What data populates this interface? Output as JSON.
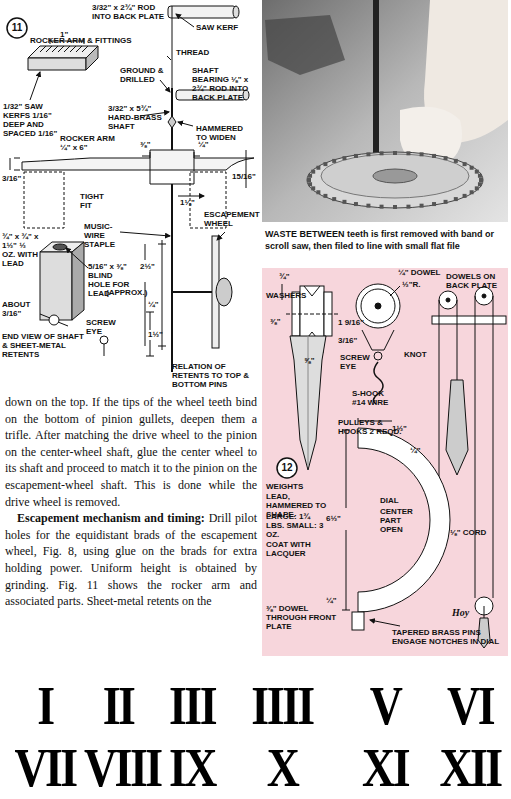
{
  "diagram": {
    "caption": "WASTE BETWEEN teeth is first removed with band or scroll saw, then filed to line with small flat file",
    "nodes": [
      {
        "text": [
          "¾\"",
          "¼\" DOWEL",
          "½\"R.",
          "WASHERS",
          "⅜\"",
          "1 9/16\"",
          "3/16\"",
          "⅝\"",
          "SCREW EYE",
          "KNOT",
          "DOWELS ON BACK PLATE",
          "S-HOOK #14 WIRE",
          "PULLEYS & HOOKS 2 REQD.",
          "WEIGHTS",
          "LEAD, HAMMERED TO SHAPE.",
          "LARGE: 1¾ LBS. SMALL: 3 OZ.",
          "COAT WITH LACQUER",
          "1½\"",
          "¼\"",
          "6½\"",
          "DIAL",
          "CENTER PART OPEN",
          "⅛\" CORD",
          "¼\"",
          "⅜\" DOWEL THROUGH FRONT PLATE",
          "TAPERED BRASS PINS ENGAGE NOTCHES IN DIAL",
          "12",
          "Hoy"
        ]
      }
    ],
    "labels": [
      "11",
      "ROCKER ARM & FITTINGS",
      "3/32\" x 2¾\" ROD INTO BACK PLATE",
      "SAW KERF",
      "THREAD",
      "GROUND & DRILLED",
      "SHAFT BEARING ⅛\" x 2¾\" ROD INTO BACK PLATE",
      "1\"",
      "1/32\" SAW KERFS 1/16\" DEEP AND SPACED 1/16\"",
      "3/32\" x 5¾\" HARD-BRASS SHAFT",
      "HAMMERED TO WIDEN",
      "ROCKER ARM ¼\" x 6\"",
      "3/16\"",
      "⅜\"",
      "¼\"",
      "15/16\"",
      "TIGHT FIT",
      "1⅛\"",
      "MUSIC-WIRE STAPLE",
      "ESCAPEMENT WHEEL",
      "¾\" x ¾\" x 1½\" ½ OZ. WITH LEAD",
      "5/16\" x ⅜\" BLIND HOLE FOR LEAD",
      "2½\"",
      "(APPROX.)",
      "¼\"",
      "ABOUT 3/16\"",
      "SCREW EYE",
      "1½\"",
      "END VIEW OF SHAFT & SHEET-METAL RETENTS",
      "RELATION OF RETENTS TO TOP & BOTTOM PINS",
      "down on the top. If the tips of the wheel teeth bind on the bottom of pinion gullets, deepen them a trifle. After matching the drive wheel to the pinion on the center-wheel shaft, glue the center wheel to its shaft and proceed to match it to the pinion on the escapement-wheel shaft. This is done while the drive wheel is removed.",
      "Escapement mechanism and timing:",
      "Drill pilot holes for the equidistant brads of the escapement wheel, Fig. 8, using glue on the brads for extra holding power. Uniform height is obtained by grinding. Fig. 11 shows the rocker arm and associated parts. Sheet-metal retents on the",
      "I",
      "II",
      "III",
      "IIII",
      "V",
      "VI",
      "VII",
      "VIII",
      "IX",
      "X",
      "XI",
      "XII"
    ]
  }
}
